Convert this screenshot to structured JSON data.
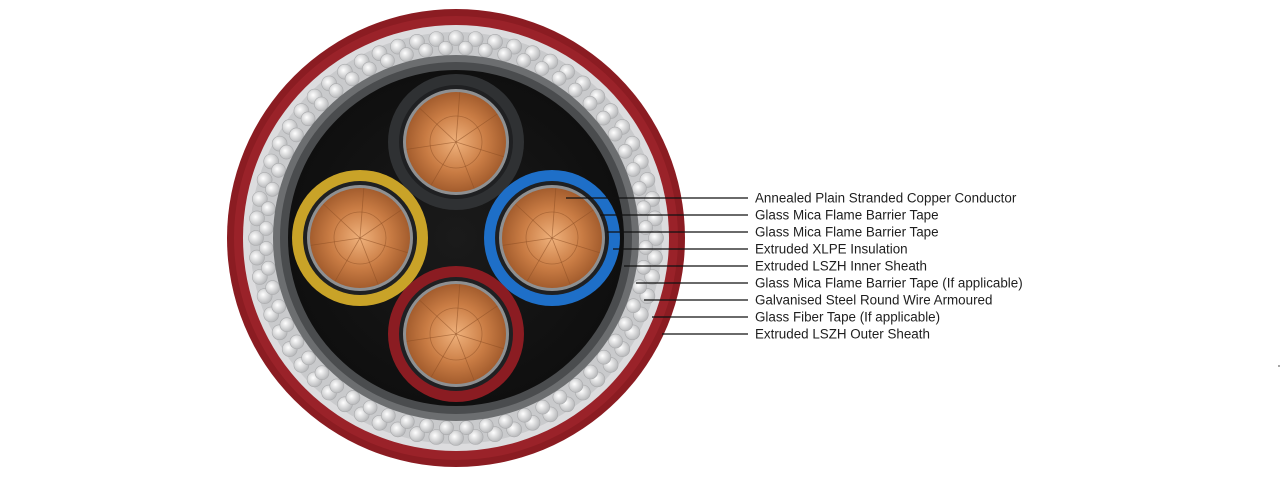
{
  "diagram": {
    "labels": [
      "Annealed Plain Stranded Copper Conductor",
      "Glass Mica Flame Barrier Tape",
      "Glass Mica Flame Barrier Tape",
      "Extruded XLPE Insulation",
      "Extruded LSZH Inner Sheath",
      "Glass Mica Flame Barrier Tape (If applicable)",
      "Galvanised Steel Round Wire Armoured",
      "Glass Fiber Tape (If applicable)",
      "Extruded LSZH Outer Sheath"
    ],
    "core_colors": {
      "top": "#2f3133",
      "left": "#c9a328",
      "right": "#1e6fc8",
      "bottom": "#8b1c22"
    },
    "sheath_color": "#8b1c22",
    "armour_color": "#c9cacc",
    "bedding_color": "#1b1b1b",
    "copper_color": "#c47a43"
  }
}
